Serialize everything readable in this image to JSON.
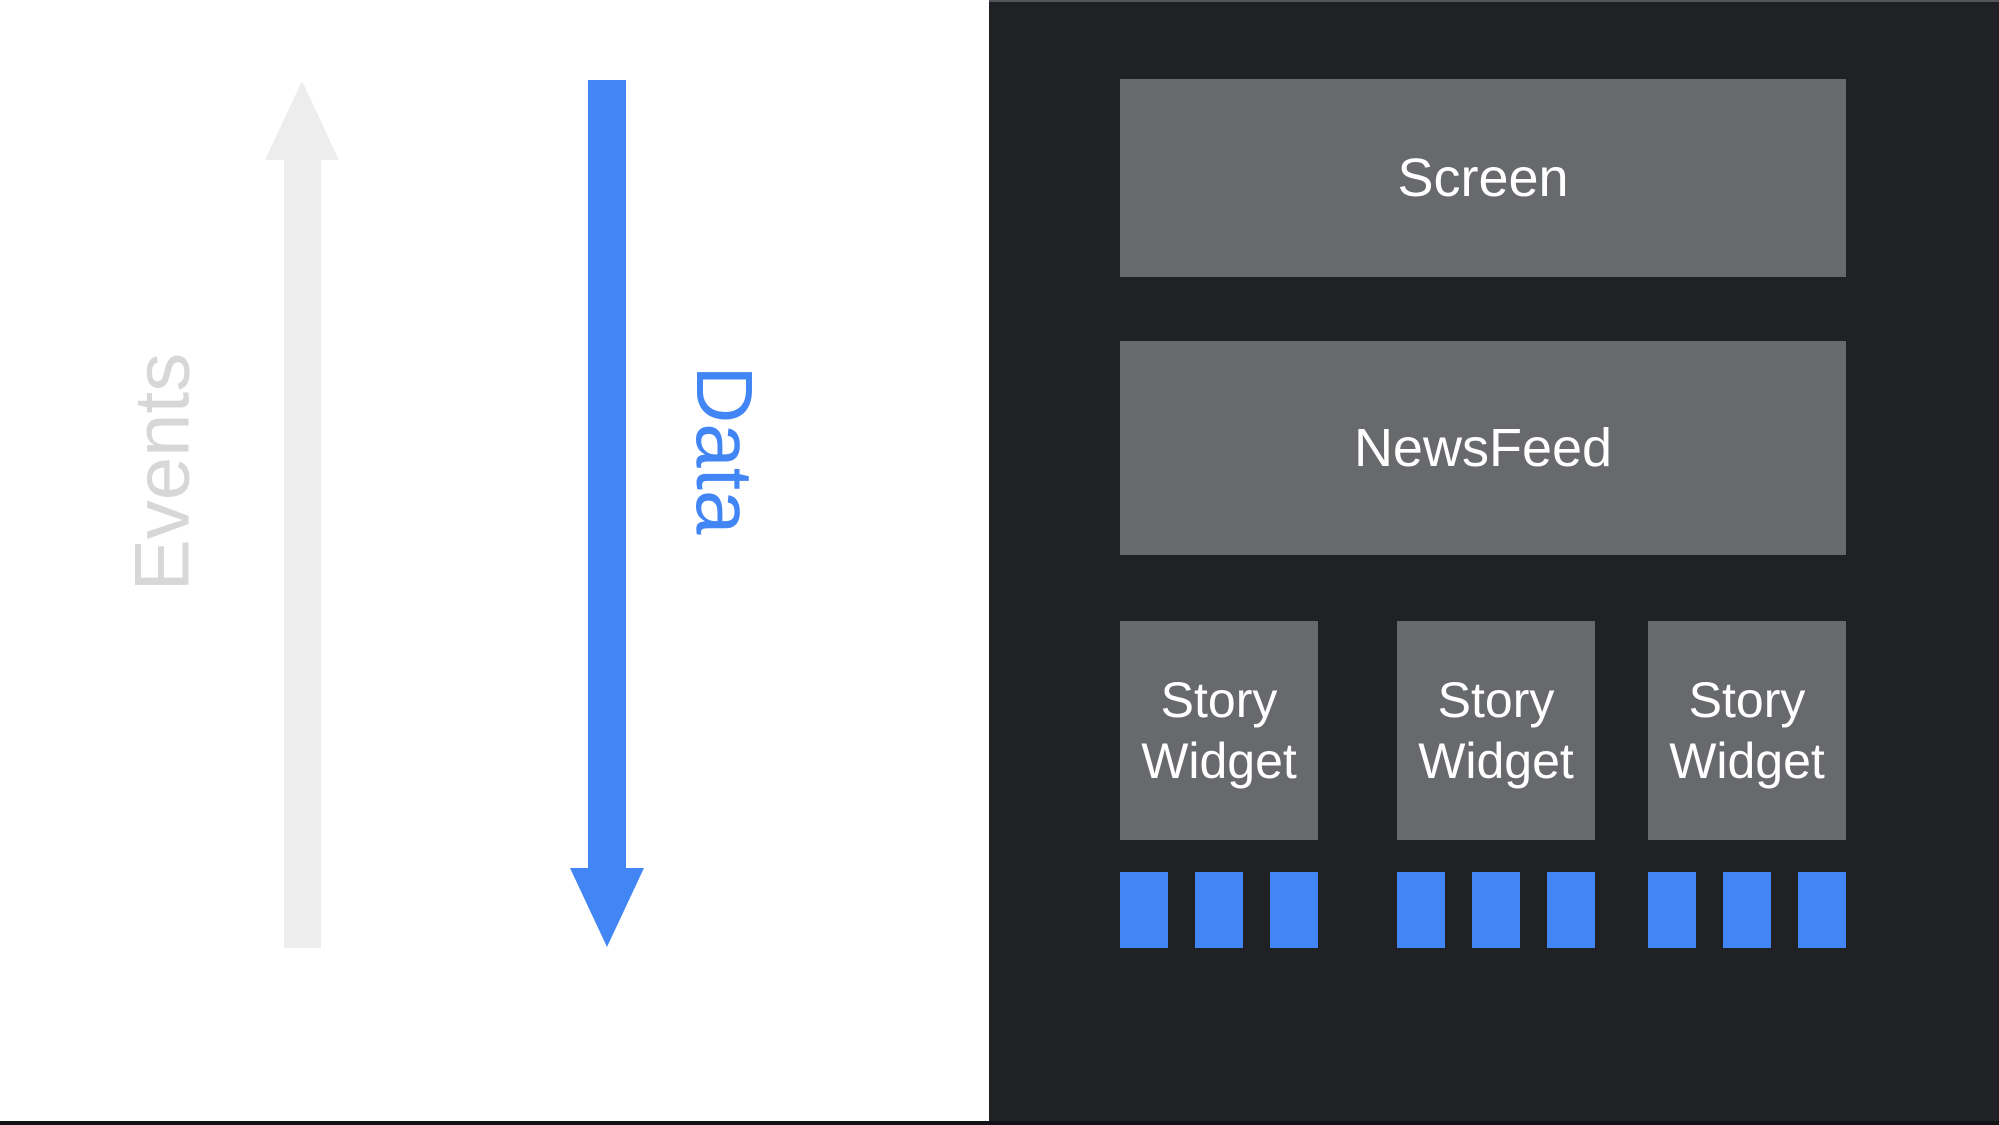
{
  "colors": {
    "background_left": "#ffffff",
    "background_right": "#202125",
    "accent_blue": "#4285f4",
    "box_gray": "#68696c",
    "arrow_gray": "#ededed",
    "label_gray": "#d7d7d7",
    "text_white": "#ffffff",
    "bottom_bar": "#121317",
    "panel_top_edge": "#54555a"
  },
  "left_panel": {
    "events_arrow": {
      "label": "Events",
      "direction": "up"
    },
    "data_arrow": {
      "label": "Data",
      "direction": "down"
    }
  },
  "right_panel": {
    "screen_label": "Screen",
    "newsfeed_label": "NewsFeed",
    "story_widgets": [
      {
        "label": "Story Widget",
        "blocks": 3
      },
      {
        "label": "Story Widget",
        "blocks": 3
      },
      {
        "label": "Story Widget",
        "blocks": 3
      }
    ]
  }
}
